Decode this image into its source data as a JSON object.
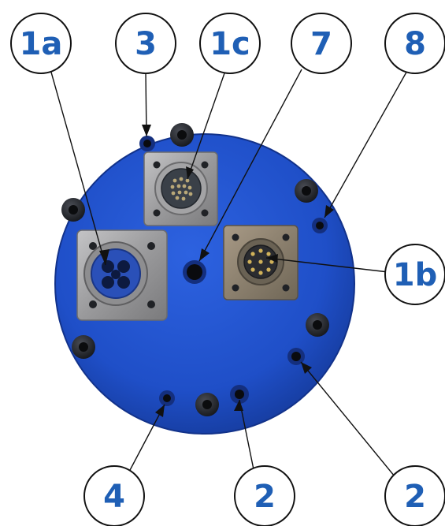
{
  "callouts": [
    {
      "id": "1a",
      "label": "1a"
    },
    {
      "id": "3",
      "label": "3"
    },
    {
      "id": "1c",
      "label": "1c"
    },
    {
      "id": "7",
      "label": "7"
    },
    {
      "id": "8",
      "label": "8"
    },
    {
      "id": "1b",
      "label": "1b"
    },
    {
      "id": "4",
      "label": "4"
    },
    {
      "id": "2-center",
      "label": "2"
    },
    {
      "id": "2-right",
      "label": "2"
    }
  ],
  "colors": {
    "plate": "#1f4fc8",
    "plate_edge": "#153a9a",
    "callout_text": "#1f5fb5",
    "connector_plate": "#9a9a9c",
    "bolt": "#222428"
  }
}
